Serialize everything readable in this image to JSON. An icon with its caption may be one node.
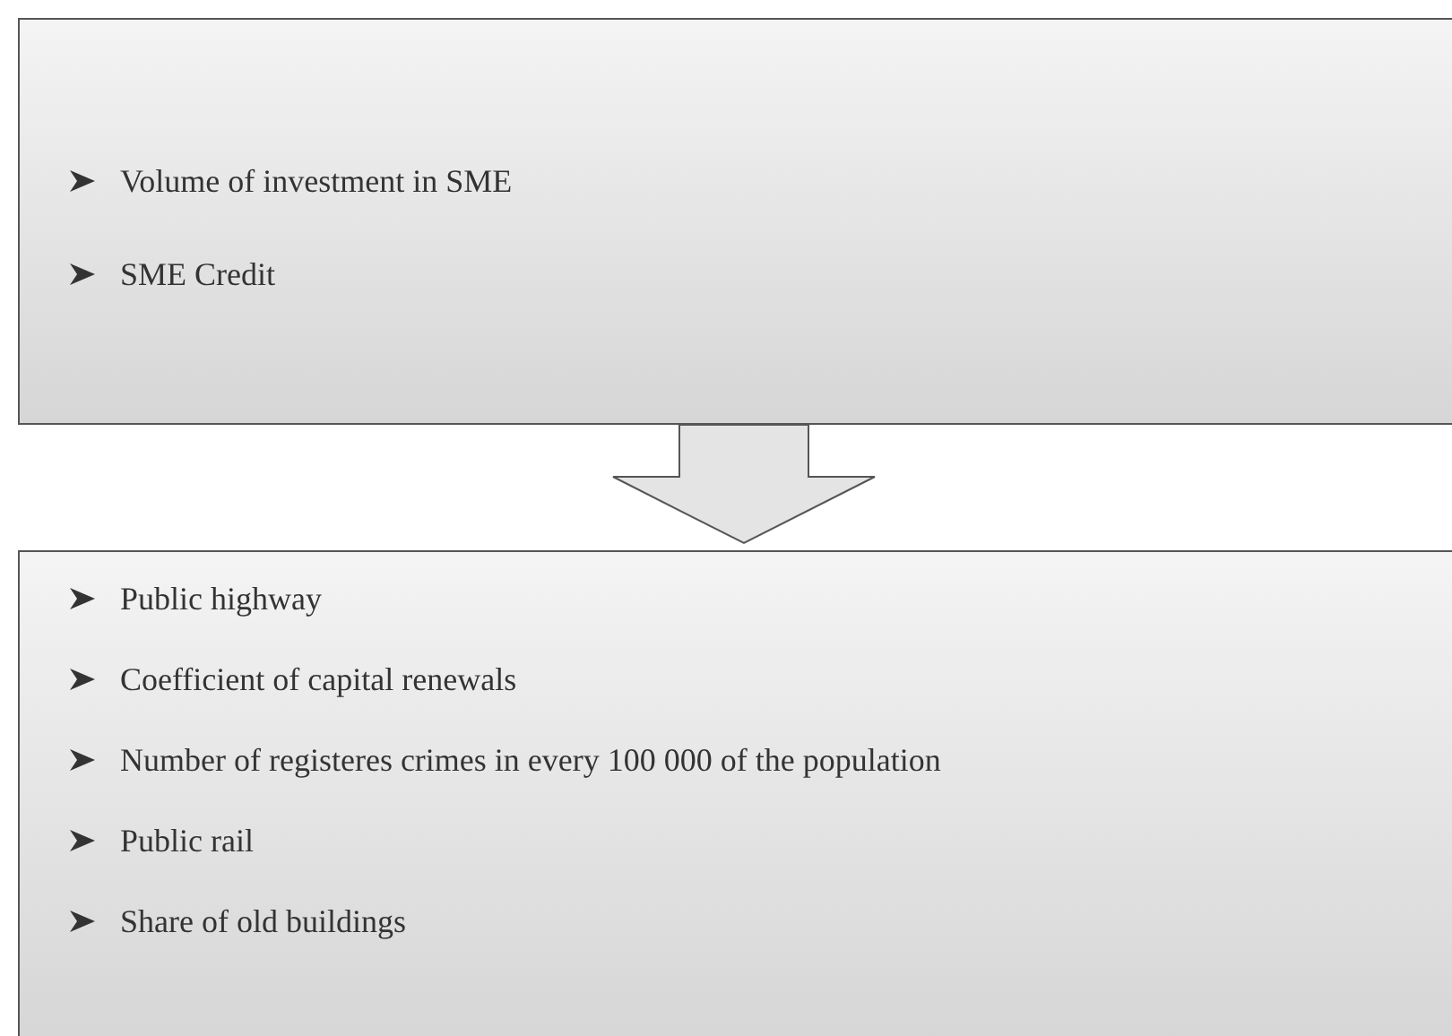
{
  "diagram": {
    "nodes": [
      {
        "text": [
          "Volume of investment in SME",
          "SME Credit"
        ]
      },
      {
        "text": [
          "Public highway",
          "Coefficient of capital renewals",
          "Number of registeres crimes in every 100 000 of the population",
          "Public rail",
          "Share of old buildings"
        ]
      }
    ],
    "edges": [
      {
        "from": 0,
        "to": 1,
        "arrow": "to"
      }
    ]
  }
}
